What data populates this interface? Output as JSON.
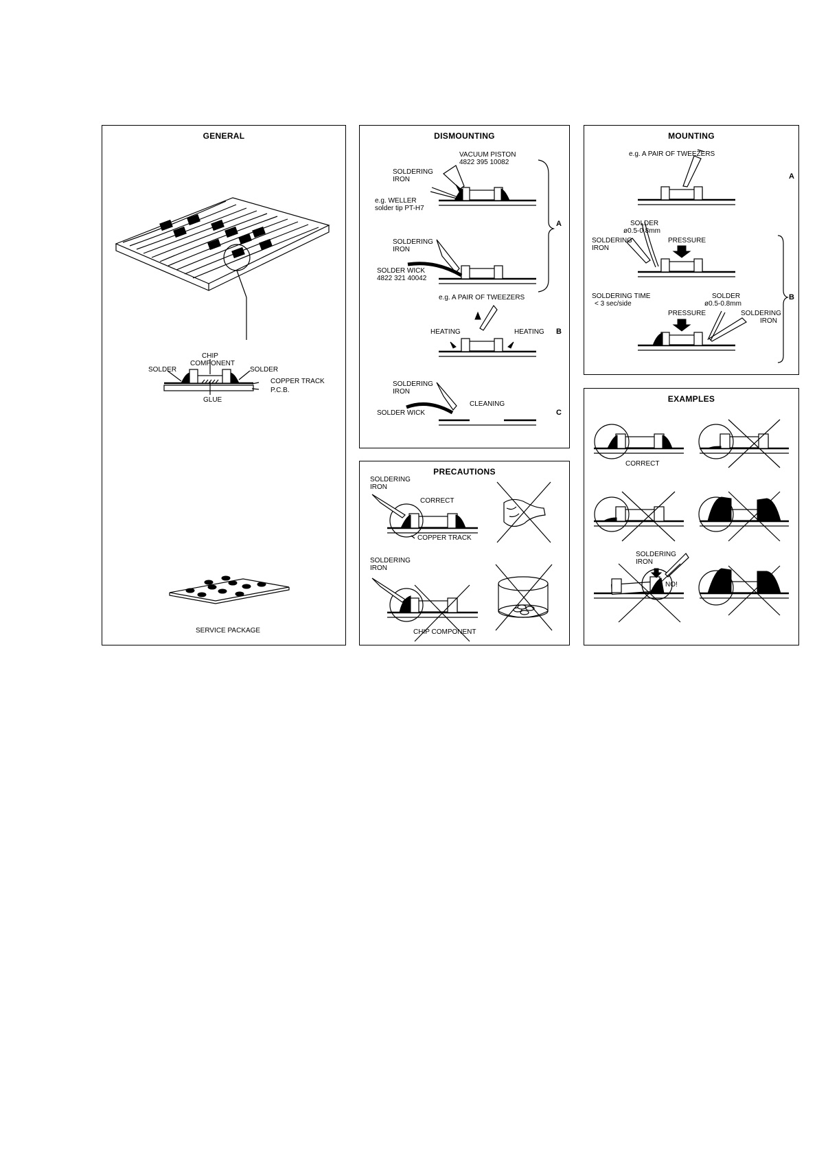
{
  "general": {
    "title": "GENERAL",
    "chip": "CHIP",
    "component": "COMPONENT",
    "solder_left": "SOLDER",
    "solder_right": "SOLDER",
    "copper_track": "COPPER TRACK",
    "pcb": "P.C.B.",
    "glue": "GLUE",
    "service_package": "SERVICE PACKAGE"
  },
  "dismounting": {
    "title": "DISMOUNTING",
    "vacuum_piston": "VACUUM PISTON",
    "vacuum_code": "4822 395 10082",
    "soldering": "SOLDERING",
    "iron": "IRON",
    "weller": "e.g. WELLER",
    "solder_tip": "solder tip PT-H7",
    "soldering2": "SOLDERING",
    "iron2": "IRON",
    "solder_wick": "SOLDER WICK",
    "wick_code": "4822 321 40042",
    "tweezers": "e.g. A PAIR OF TWEEZERS",
    "heating_left": "HEATING",
    "heating_right": "HEATING",
    "soldering3": "SOLDERING",
    "iron3": "IRON",
    "cleaning": "CLEANING",
    "solder_wick2": "SOLDER WICK",
    "mark_a": "A",
    "mark_b": "B",
    "mark_c": "C"
  },
  "mounting": {
    "title": "MOUNTING",
    "tweezers": "e.g. A PAIR OF TWEEZERS",
    "mark_a": "A",
    "solder": "SOLDER",
    "solder_dia": "ø0.5-0.8mm",
    "soldering": "SOLDERING",
    "iron": "IRON",
    "pressure": "PRESSURE",
    "soldering_time": "SOLDERING TIME",
    "time_value": "< 3 sec/side",
    "solder2": "SOLDER",
    "solder_dia2": "ø0.5-0.8mm",
    "pressure2": "PRESSURE",
    "soldering2": "SOLDERING",
    "iron2": "IRON",
    "mark_b": "B"
  },
  "precautions": {
    "title": "PRECAUTIONS",
    "soldering": "SOLDERING",
    "iron": "IRON",
    "correct": "CORRECT",
    "copper_track": "COPPER TRACK",
    "soldering2": "SOLDERING",
    "iron2": "IRON",
    "chip_component": "CHIP COMPONENT"
  },
  "examples": {
    "title": "EXAMPLES",
    "correct": "CORRECT",
    "soldering": "SOLDERING",
    "iron": "IRON",
    "no": "NO!"
  }
}
